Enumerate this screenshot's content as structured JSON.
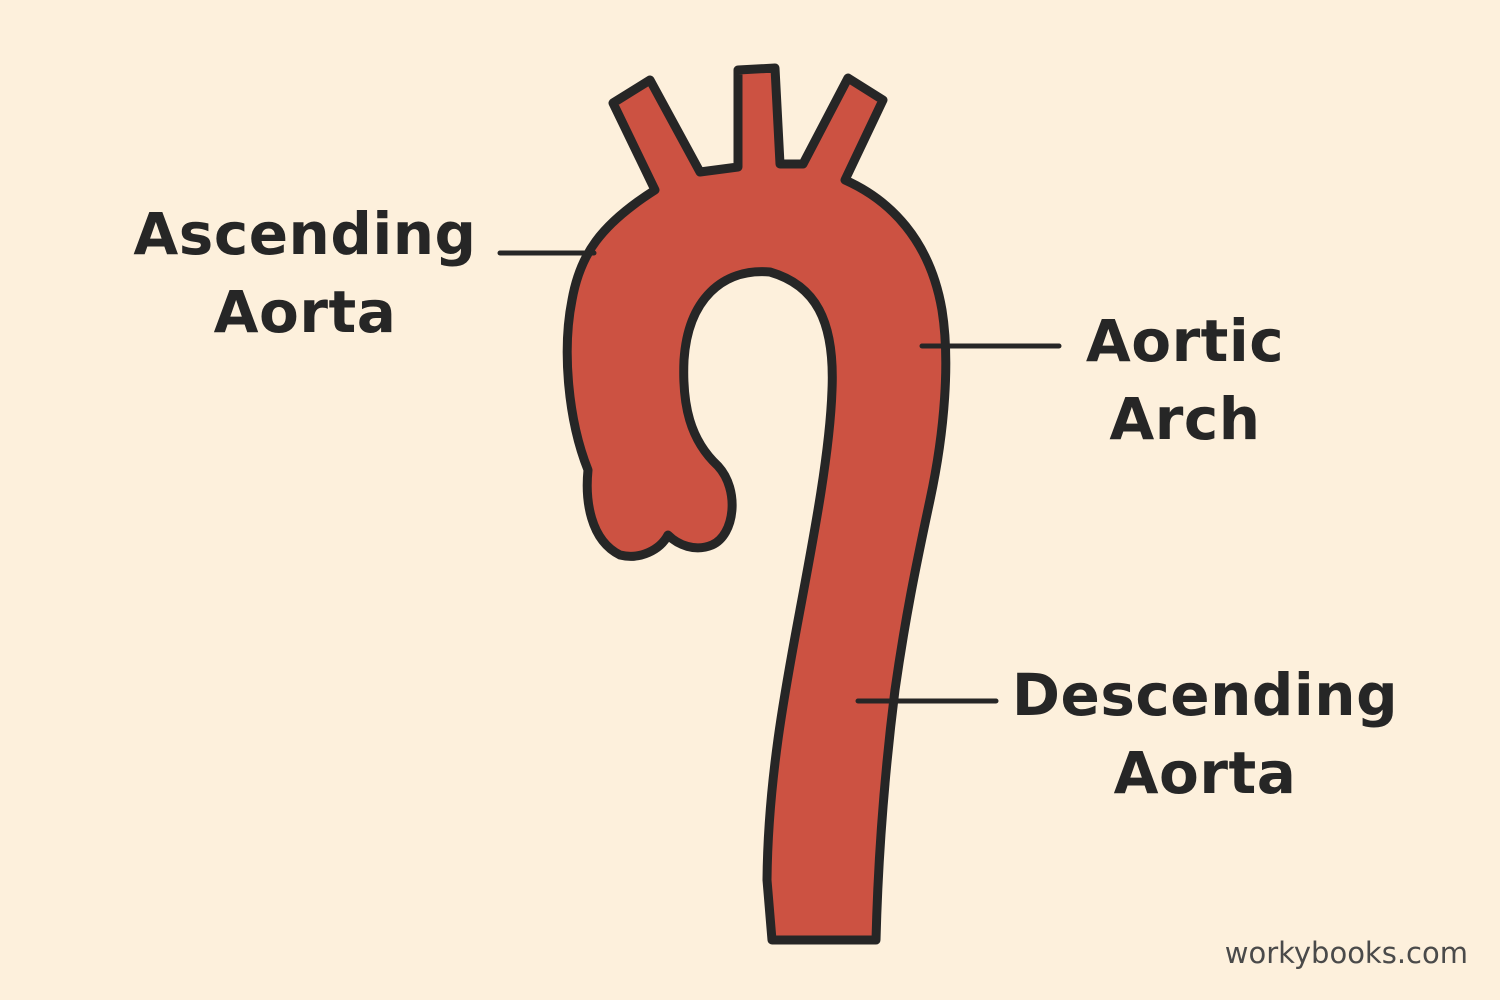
{
  "colors": {
    "background": "#fdf0dc",
    "aorta_fill": "#cc5242",
    "outline": "#262626",
    "label_text": "#262626",
    "watermark_text": "#4a4a4a"
  },
  "labels": {
    "ascending": {
      "line1": "Ascending",
      "line2": "Aorta"
    },
    "arch": {
      "line1": "Aortic",
      "line2": "Arch"
    },
    "descending": {
      "line1": "Descending",
      "line2": "Aorta"
    }
  },
  "watermark": "workybooks.com"
}
